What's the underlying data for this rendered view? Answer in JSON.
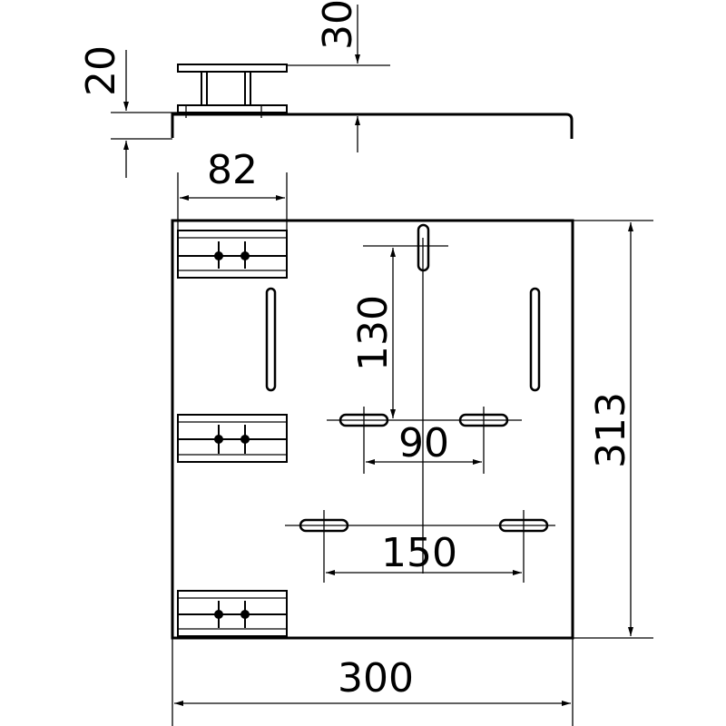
{
  "dimensions": {
    "top_gap": "30",
    "side_height": "20",
    "clip_width": "82",
    "slot_spacing_vertical": "130",
    "slot_spacing_upper": "90",
    "slot_spacing_lower": "150",
    "plate_height": "313",
    "plate_width": "300"
  }
}
